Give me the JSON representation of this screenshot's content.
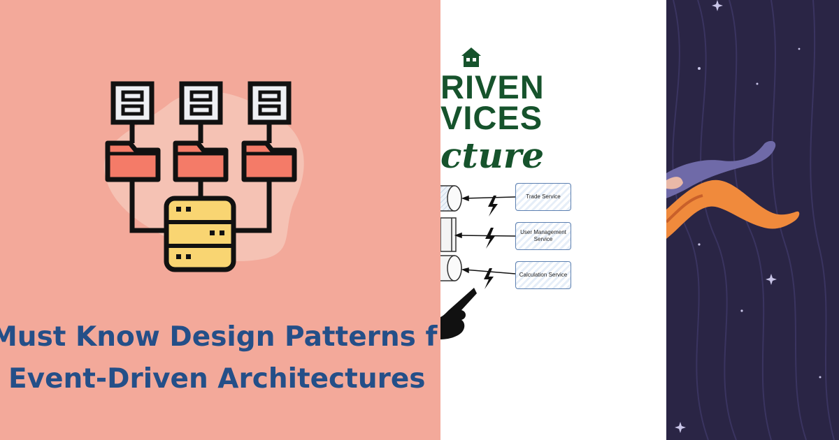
{
  "left_panel": {
    "caption_line_1": "Must Know Design Patterns f",
    "caption_line_2": "Event-Driven Architectures",
    "colors": {
      "background": "#f3a99a",
      "text": "#244f88",
      "folder": "#f47b68",
      "server": "#f9d572"
    },
    "icon": "hierarchical-database-network-icon"
  },
  "middle_panel": {
    "title_line_1": "RIVEN",
    "title_line_2": "VICES",
    "title_line_3": "cture",
    "services": [
      {
        "label": "Trade Service"
      },
      {
        "label": "User Management Service"
      },
      {
        "label": "Calculation Service"
      }
    ],
    "icons": [
      "house-icon",
      "lightning-bolt-icon",
      "pointing-hand-icon",
      "event-bus-cylinder-icon"
    ],
    "colors": {
      "title": "#16532c",
      "box_border": "#5b7fb0",
      "bolt": "#111111"
    }
  },
  "right_panel": {
    "colors": {
      "background": "#2a2545",
      "arm_orange": "#f08a3c",
      "sleeve": "#6f6aa8"
    },
    "icons": [
      "sparkle-star-icon",
      "stretching-arm-illustration"
    ]
  }
}
